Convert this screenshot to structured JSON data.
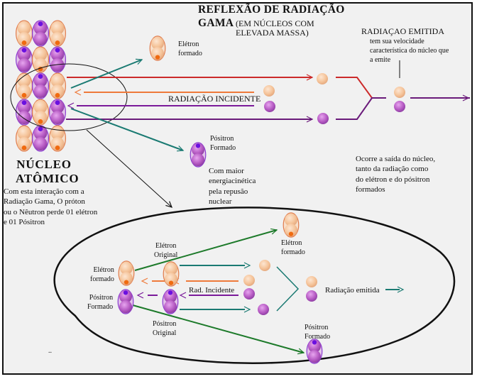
{
  "title": {
    "line1": "REFLEXÃO DE RADIAÇÃO",
    "line2": "GAMA",
    "subtitle": "(EM NÚCLEOS COM\nELEVADA MASSA)"
  },
  "nucleus": {
    "label": "NÚCLEO\nATÔMICO",
    "description": "Com esta interação com a\nRadiação Gama, O próton\nou o Nêutron perde 01  elétron\ne 01 Pósitron",
    "grid": [
      [
        "electron",
        "positron",
        "electron"
      ],
      [
        "positron",
        "electron",
        "positron"
      ],
      [
        "electron",
        "positron",
        "electron"
      ],
      [
        "positron",
        "electron",
        "positron"
      ],
      [
        "electron",
        "positron",
        "electron"
      ]
    ]
  },
  "top_diagram": {
    "electron_formed": "Elétron\nformado",
    "positron_formed": "Pósitron\nFormado",
    "kinetic_note": "Com maior\nenergiacinética\npela repusão\nnuclear",
    "incident_radiation": "RADIAÇÃO INCIDENTE",
    "emitted_title": "RADIAÇAO EMITIDA",
    "emitted_note": "tem sua velocidade\ncaracterística do núcleo que\na emite",
    "exit_note": "Ocorre a saída do núcleo,\ntanto da radiação como\ndo elétron e do pósitron\nformados"
  },
  "detail_diagram": {
    "electron_original": "Elétron\nOriginal",
    "electron_formed_left": "Elétron\nformado",
    "positron_formed_left": "Pósitron\nFormado",
    "positron_original": "Pósitron\nOriginal",
    "incident": "Rad. Incidente",
    "electron_formed_right": "Elétron\nformado",
    "emitted": "Radiação emitida",
    "positron_formed_right": "Pósitron\nFormado",
    "footnote": ".."
  },
  "colors": {
    "electron": "#f5c49a",
    "electron_outline": "#e07a4a",
    "electron_dot": "#f06a10",
    "positron": "#b75cc4",
    "positron_outline": "#8a3ad0",
    "positron_dot": "#6a10e0",
    "red_line": "#cc2a2a",
    "orange_line": "#ee7a3a",
    "purple_line": "#7a1a9a",
    "dark_purple_line": "#6a1a7a",
    "teal_line": "#1a7a72",
    "green_line": "#1d7a2a",
    "background": "#f1f1f1"
  }
}
